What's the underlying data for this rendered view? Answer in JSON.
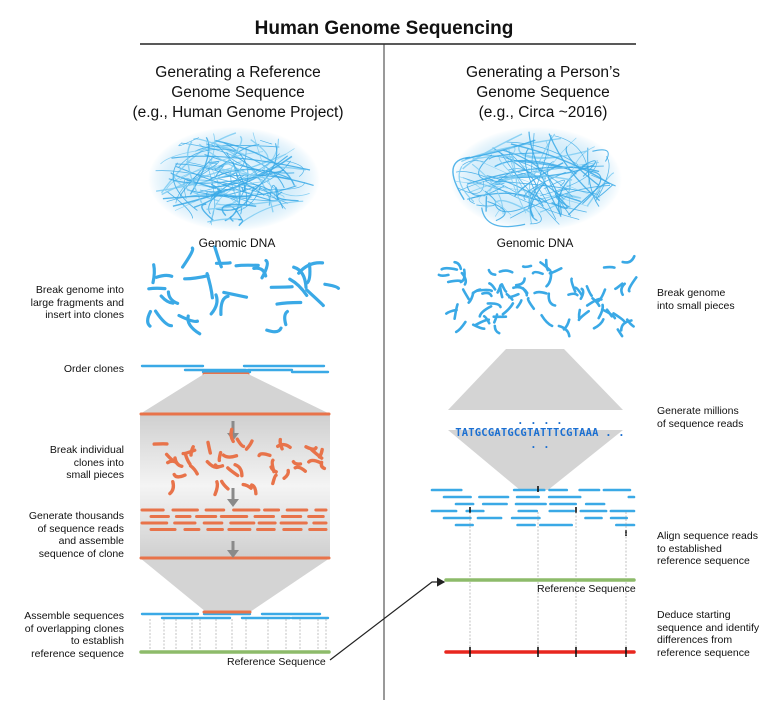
{
  "title": "Human Genome Sequencing",
  "left": {
    "heading": [
      "Generating a Reference",
      "Genome Sequence",
      "(e.g., Human Genome Project)"
    ],
    "dna_label": "Genomic DNA",
    "steps": [
      [
        "Break genome into",
        "large fragments and",
        "insert into clones"
      ],
      [
        "Order clones"
      ],
      [
        "Break individual",
        "clones into",
        "small pieces"
      ],
      [
        "Generate thousands",
        "of sequence reads",
        "and assemble",
        "sequence of clone"
      ],
      [
        "Assemble sequences",
        "of overlapping clones",
        "to establish",
        "reference sequence"
      ]
    ],
    "reference_label": "Reference Sequence"
  },
  "right": {
    "heading": [
      "Generating a Person’s",
      "Genome Sequence",
      "(e.g., Circa ~2016)"
    ],
    "dna_label": "Genomic DNA",
    "steps": [
      [
        "Break genome",
        "into small pieces"
      ],
      [
        "Generate millions",
        "of sequence reads"
      ],
      [
        "Align sequence reads",
        "to established",
        "reference sequence"
      ],
      [
        "Deduce starting",
        "sequence and identify",
        "differences from",
        "reference sequence"
      ]
    ],
    "sequence_read": ". . . . TATGCGATGCGTATTTCGTAAA . . . .",
    "reference_label": "Reference Sequence"
  },
  "colors": {
    "dna_blue": "#3aa9e6",
    "fragment_orange": "#e8734a",
    "reference_green": "#8dbb6a",
    "variant_red": "#e8261e",
    "funnel_gray": "#d9d9d9"
  }
}
